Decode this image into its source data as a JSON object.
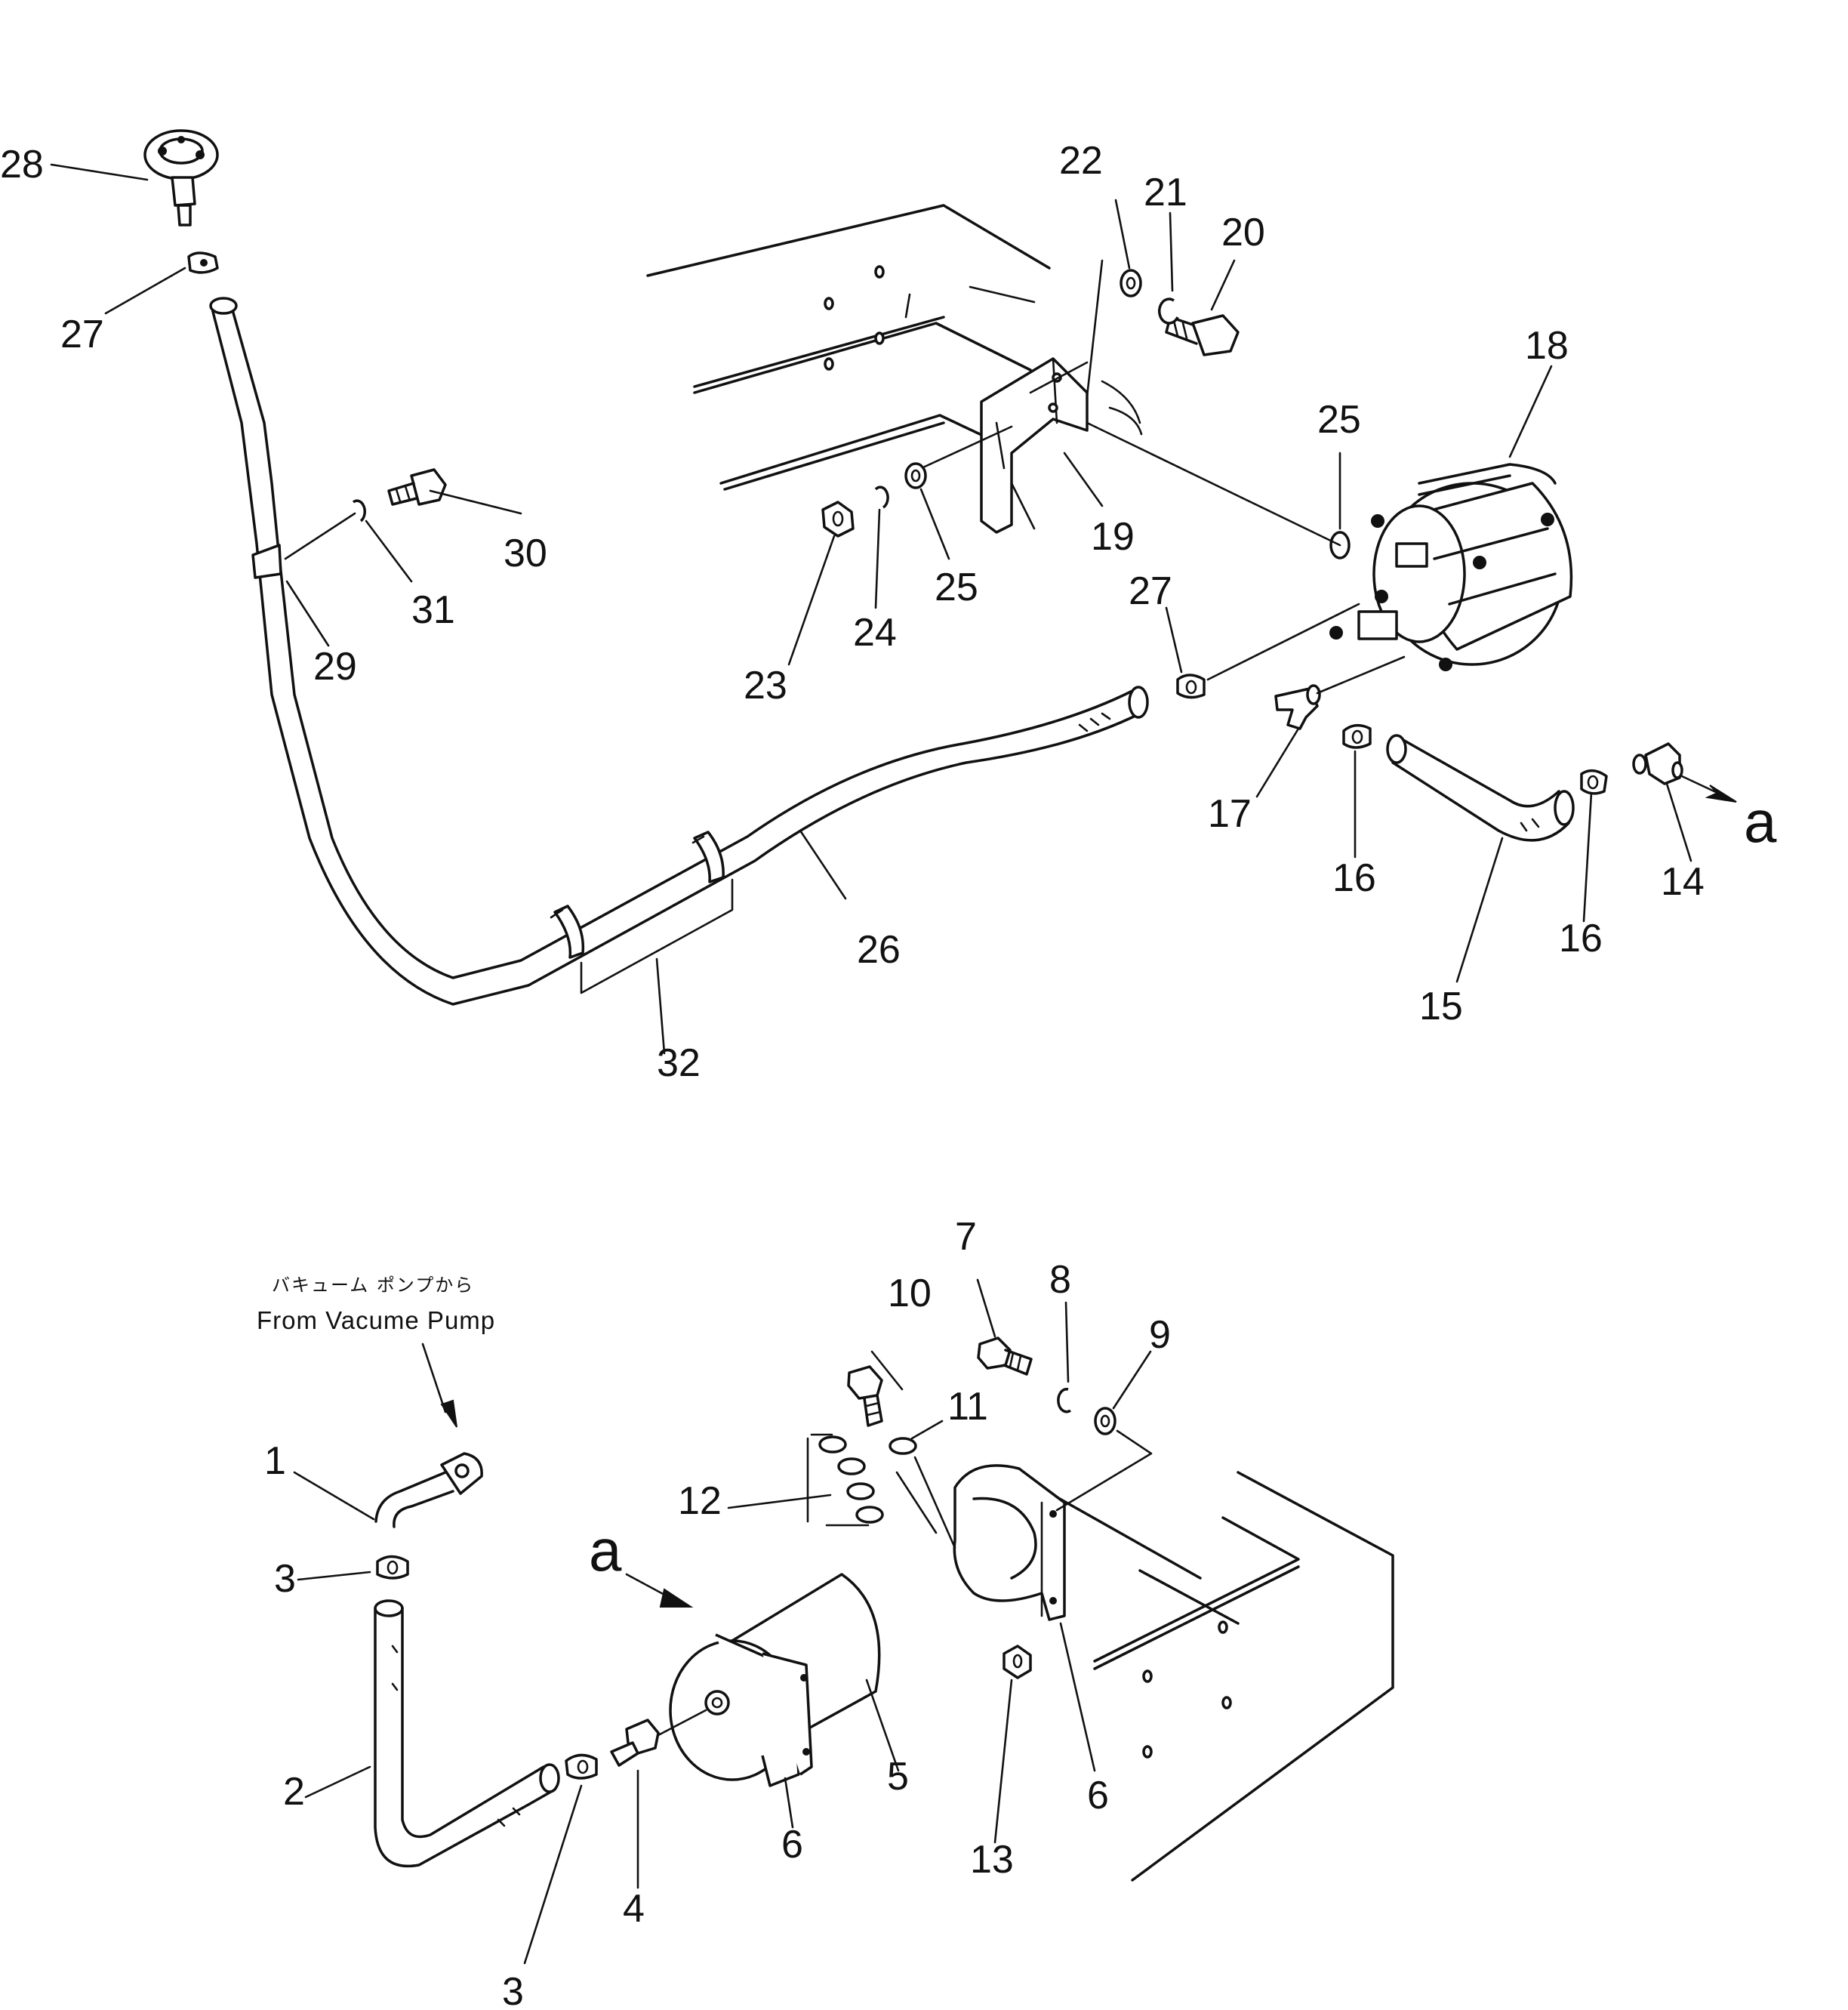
{
  "labels": {
    "n1": "1",
    "n2": "2",
    "n3a": "3",
    "n3b": "3",
    "n4": "4",
    "n5": "5",
    "n6a": "6",
    "n6b": "6",
    "n7": "7",
    "n8": "8",
    "n9": "9",
    "n10": "10",
    "n11": "11",
    "n12": "12",
    "n13": "13",
    "n14": "14",
    "n15": "15",
    "n16a": "16",
    "n16b": "16",
    "n17": "17",
    "n18": "18",
    "n19": "19",
    "n20": "20",
    "n21": "21",
    "n22": "22",
    "n23": "23",
    "n24": "24",
    "n25a": "25",
    "n25b": "25",
    "n26": "26",
    "n27a": "27",
    "n27b": "27",
    "n28": "28",
    "n29": "29",
    "n30": "30",
    "n31": "31",
    "n32": "32"
  },
  "connectors": {
    "upper_a": "a",
    "lower_a": "a"
  },
  "note": {
    "japanese": "バキューム ポンプから",
    "english": "From Vacume Pump"
  }
}
